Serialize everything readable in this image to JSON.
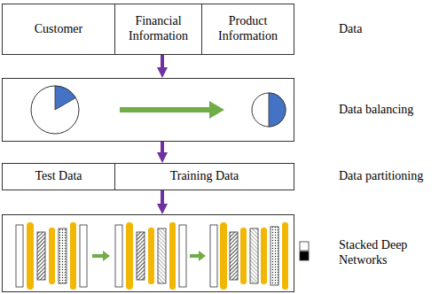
{
  "diagram": {
    "nodes": [
      {
        "text": [
          "Data"
        ]
      },
      {
        "text": [
          "Customer"
        ],
        "in": 0
      },
      {
        "text": [
          "Financial Information"
        ],
        "in": 0
      },
      {
        "text": [
          "Product Information"
        ],
        "in": 0
      },
      {
        "text": [
          "Data balancing"
        ]
      },
      {
        "text": [
          "Data partitioning"
        ]
      },
      {
        "text": [
          "Test Data"
        ],
        "in": 5
      },
      {
        "text": [
          "Training Data"
        ],
        "in": 5
      },
      {
        "text": [
          "Stacked Deep Networks"
        ]
      }
    ],
    "edges": [
      {
        "from": 0,
        "to": 4,
        "arrow": "to"
      },
      {
        "from": 4,
        "to": 5,
        "arrow": "to"
      },
      {
        "from": 5,
        "to": 8,
        "arrow": "to"
      }
    ]
  }
}
